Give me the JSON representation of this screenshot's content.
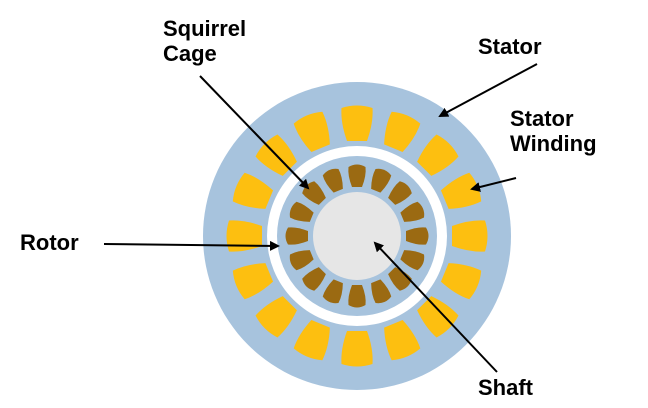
{
  "labels": {
    "squirrel_cage": "Squirrel\nCage",
    "stator": "Stator",
    "stator_winding": "Stator\nWinding",
    "rotor": "Rotor",
    "shaft": "Shaft"
  },
  "counts": {
    "stator_slots": 16,
    "rotor_bars": 16
  },
  "colors": {
    "stator": "#a7c3dd",
    "stator_winding": "#fdbf10",
    "air_gap": "#ffffff",
    "rotor": "#a7c3dd",
    "squirrel_cage": "#9b6a12",
    "shaft": "#e6e6e6"
  }
}
